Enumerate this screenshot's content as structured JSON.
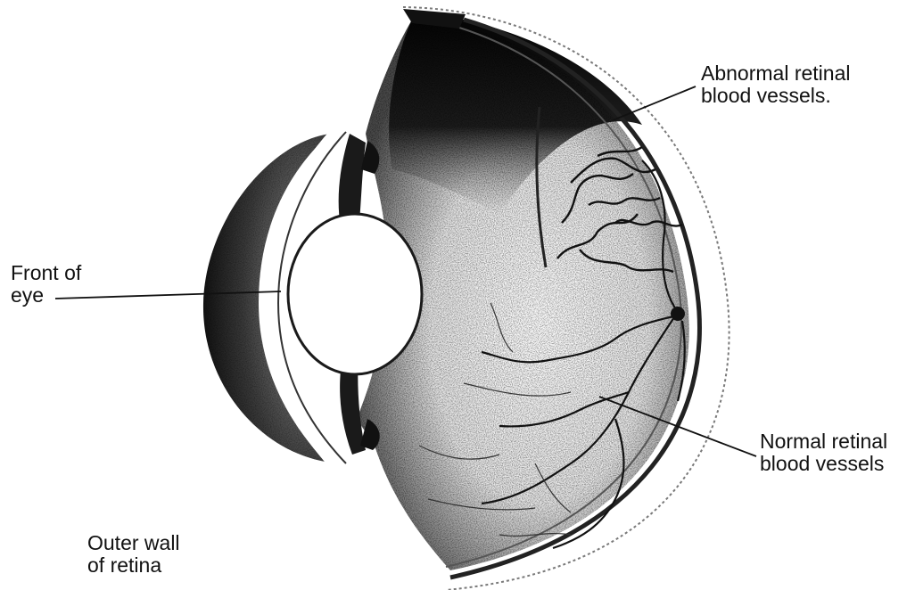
{
  "labels": {
    "abnormal_vessels": "Abnormal retinal\nblood vessels.",
    "front_of_eye": "Front of\neye",
    "normal_vessels": "Normal retinal\nblood vessels",
    "outer_wall": "Outer wall\nof retina"
  },
  "colors": {
    "ink": "#111111",
    "paper": "#ffffff"
  }
}
